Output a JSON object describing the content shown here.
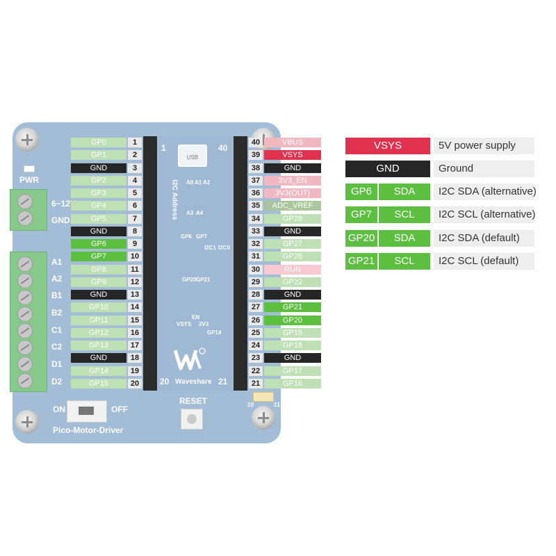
{
  "board": {
    "pwr_label": "PWR",
    "power_label": "6~12V",
    "gnd_label": "GND",
    "motor_labels": [
      "A1",
      "A2",
      "B1",
      "B2",
      "C1",
      "C2",
      "D1",
      "D2"
    ],
    "switch_on": "ON",
    "switch_off": "OFF",
    "name": "Pico-Motor-Driver",
    "reset_label": "RESET",
    "usb_label": "USB",
    "brand": "Waveshare",
    "header_top_left": "1",
    "header_top_right": "40",
    "header_bottom_left": "20",
    "header_bottom_right": "21",
    "i2c_address_title": "I2C Address",
    "address_pins": [
      "A0",
      "A1",
      "A2",
      "A3",
      "A4"
    ],
    "i2c_select": [
      "GP6",
      "GP7",
      "I2C1",
      "I2C0",
      "GP20",
      "GP21"
    ],
    "power_select": [
      "VSYS",
      "EN",
      "3V3",
      "GP14"
    ],
    "jumper_20": "20",
    "jumper_21": "21"
  },
  "left_pins": [
    {
      "num": "1",
      "label": "GP0",
      "type": "gp"
    },
    {
      "num": "2",
      "label": "GP1",
      "type": "gp"
    },
    {
      "num": "3",
      "label": "GND",
      "type": "gnd"
    },
    {
      "num": "4",
      "label": "GP2",
      "type": "gp"
    },
    {
      "num": "5",
      "label": "GP3",
      "type": "gp"
    },
    {
      "num": "6",
      "label": "GP4",
      "type": "gp"
    },
    {
      "num": "7",
      "label": "GP5",
      "type": "gp"
    },
    {
      "num": "8",
      "label": "GND",
      "type": "gnd"
    },
    {
      "num": "9",
      "label": "GP6",
      "type": "used"
    },
    {
      "num": "10",
      "label": "GP7",
      "type": "used"
    },
    {
      "num": "11",
      "label": "GP8",
      "type": "gp"
    },
    {
      "num": "12",
      "label": "GP9",
      "type": "gp"
    },
    {
      "num": "13",
      "label": "GND",
      "type": "gnd"
    },
    {
      "num": "14",
      "label": "GP10",
      "type": "gp"
    },
    {
      "num": "15",
      "label": "GP11",
      "type": "gp"
    },
    {
      "num": "16",
      "label": "GP12",
      "type": "gp"
    },
    {
      "num": "17",
      "label": "GP13",
      "type": "gp"
    },
    {
      "num": "18",
      "label": "GND",
      "type": "gnd"
    },
    {
      "num": "19",
      "label": "GP14",
      "type": "gp"
    },
    {
      "num": "20",
      "label": "GP15",
      "type": "gp"
    }
  ],
  "right_pins": [
    {
      "num": "40",
      "label": "VBUS",
      "type": "pwr_light"
    },
    {
      "num": "39",
      "label": "VSYS",
      "type": "pwr"
    },
    {
      "num": "38",
      "label": "GND",
      "type": "gnd"
    },
    {
      "num": "37",
      "label": "3V3_EN",
      "type": "pwr_light"
    },
    {
      "num": "36",
      "label": "3V3(OUT)",
      "type": "pwr_light"
    },
    {
      "num": "35",
      "label": "ADC_VREF",
      "type": "adc"
    },
    {
      "num": "34",
      "label": "GP28",
      "type": "gp"
    },
    {
      "num": "33",
      "label": "GND",
      "type": "gnd"
    },
    {
      "num": "32",
      "label": "GP27",
      "type": "gp"
    },
    {
      "num": "31",
      "label": "GP26",
      "type": "gp"
    },
    {
      "num": "30",
      "label": "RUN",
      "type": "run"
    },
    {
      "num": "29",
      "label": "GP22",
      "type": "gp"
    },
    {
      "num": "28",
      "label": "GND",
      "type": "gnd"
    },
    {
      "num": "27",
      "label": "GP21",
      "type": "used"
    },
    {
      "num": "26",
      "label": "GP20",
      "type": "used"
    },
    {
      "num": "25",
      "label": "GP19",
      "type": "gp"
    },
    {
      "num": "24",
      "label": "GP18",
      "type": "gp"
    },
    {
      "num": "23",
      "label": "GND",
      "type": "gnd"
    },
    {
      "num": "22",
      "label": "GP17",
      "type": "gp"
    },
    {
      "num": "21",
      "label": "GP16",
      "type": "gp"
    }
  ],
  "legend": [
    {
      "boxes": [
        "VSYS"
      ],
      "kind": "pwr",
      "desc": "5V power supply"
    },
    {
      "boxes": [
        "GND"
      ],
      "kind": "gnd",
      "desc": "Ground"
    },
    {
      "boxes": [
        "GP6",
        "SDA"
      ],
      "kind": "used",
      "desc": "I2C SDA (alternative)"
    },
    {
      "boxes": [
        "GP7",
        "SCL"
      ],
      "kind": "used",
      "desc": "I2C SCL (alternative)"
    },
    {
      "boxes": [
        "GP20",
        "SDA"
      ],
      "kind": "used",
      "desc": "I2C SDA (default)"
    },
    {
      "boxes": [
        "GP21",
        "SCL"
      ],
      "kind": "used",
      "desc": "I2C SCL (default)"
    }
  ],
  "colors": {
    "gp": "#bfe0b5",
    "used": "#5cbf3f",
    "gnd": "#262626",
    "pwr": "#e0314f",
    "pwr_light": "#f2b8c2",
    "run": "#f7c9d1",
    "adc": "#a9c79a",
    "pin_number_bg": "#e9e9e9"
  }
}
